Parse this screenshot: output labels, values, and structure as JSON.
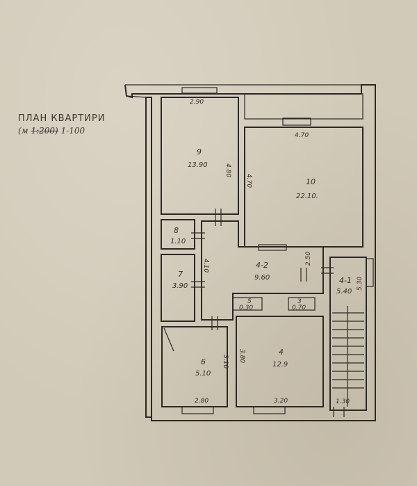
{
  "plan": {
    "title": "ПЛАН  КВАРТИРИ",
    "scale_prefix": "(м",
    "scale_old": "1:200)",
    "scale_new": "1-100"
  },
  "rooms": [
    {
      "id": "9",
      "area": "13.90"
    },
    {
      "id": "10",
      "area": "22.10."
    },
    {
      "id": "8",
      "area": "1.10"
    },
    {
      "id": "7",
      "area": "3.90"
    },
    {
      "id": "4-2",
      "area": "9.60"
    },
    {
      "id": "4-1",
      "area": "5.40"
    },
    {
      "id": "5",
      "area": "0.30"
    },
    {
      "id": "3",
      "area": "0.70"
    },
    {
      "id": "6",
      "area": "5.10"
    },
    {
      "id": "4",
      "area": "12.9"
    }
  ],
  "dimensions": {
    "d_290": "2.90",
    "d_480": "4.80",
    "d_470_top": "4.70",
    "d_470_side": "4.70",
    "d_410": "4.10",
    "d_250": "2.50",
    "d_530": "5.30",
    "d_310": "3.10",
    "d_380": "3.80",
    "d_280": "2.80",
    "d_320": "3.20",
    "d_130": "1.30"
  }
}
